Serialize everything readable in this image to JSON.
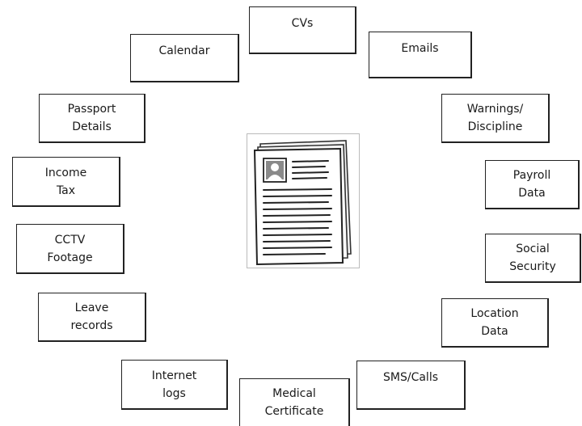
{
  "items": {
    "cvs": "CVs",
    "emails": "Emails",
    "calendar": "Calendar",
    "passport": "Passport\nDetails",
    "warnings": "Warnings/\nDiscipline",
    "income_tax": "Income\nTax",
    "payroll": "Payroll\nData",
    "cctv": "CCTV\nFootage",
    "social_security": "Social\nSecurity",
    "leave": "Leave\nrecords",
    "location": "Location\nData",
    "internet": "Internet\nlogs",
    "medical": "Medical\nCertificate",
    "sms": "SMS/Calls"
  },
  "center_icon": "document-icon"
}
